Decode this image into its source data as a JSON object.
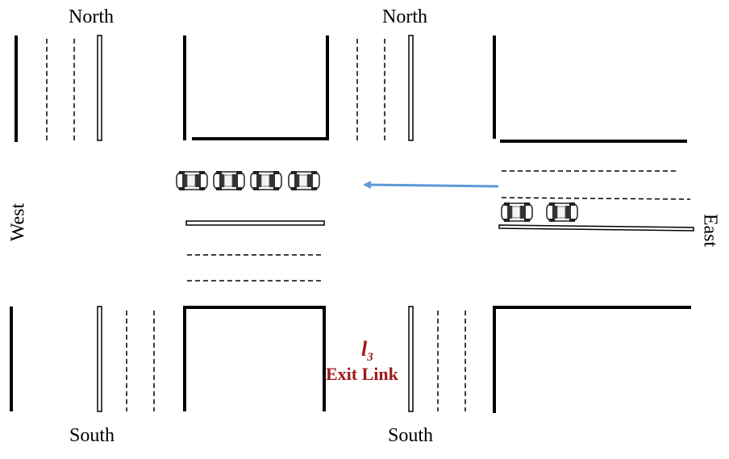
{
  "labels": {
    "north_left": "North",
    "north_right": "North",
    "south_left": "South",
    "south_right": "South",
    "west": "West",
    "east": "East"
  },
  "link": {
    "id_letter": "l",
    "id_sub": "3",
    "name": "Exit Link"
  },
  "colors": {
    "arrow": "#5b9bd5",
    "link_text": "#a01818",
    "road": "#000000"
  },
  "vehicles": {
    "queue_left_count": 4,
    "queue_right_count": 2
  }
}
